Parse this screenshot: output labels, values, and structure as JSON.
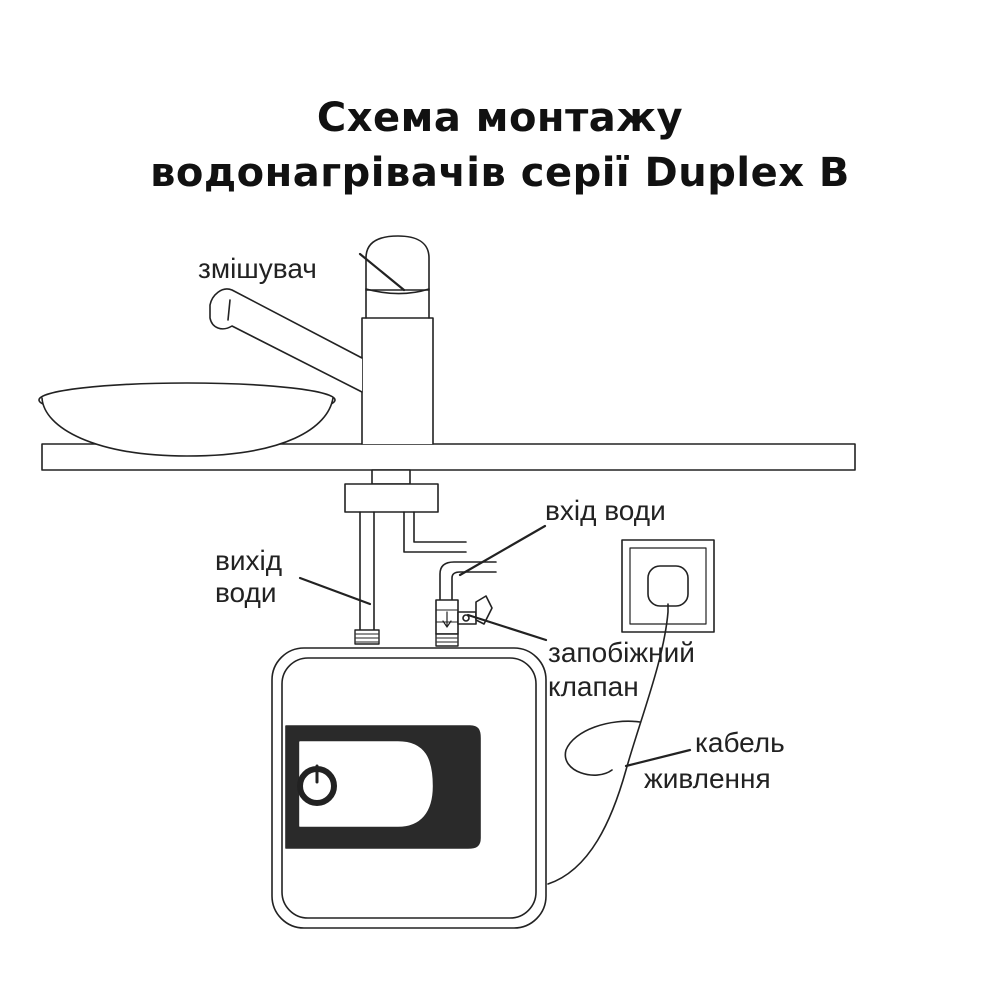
{
  "title": {
    "line1": "Схема монтажу",
    "line2": "водонагрівачів серії Duplex B"
  },
  "labels": {
    "mixer": "змішувач",
    "water_outlet_line1": "вихід",
    "water_outlet_line2": "води",
    "water_inlet": "вхід води",
    "safety_valve_line1": "запобіжний",
    "safety_valve_line2": "клапан",
    "power_cable_line1": "кабель",
    "power_cable_line2": "живлення"
  },
  "colors": {
    "line": "#222222",
    "heater_panel": "#2a2a2a",
    "background": "#ffffff"
  }
}
